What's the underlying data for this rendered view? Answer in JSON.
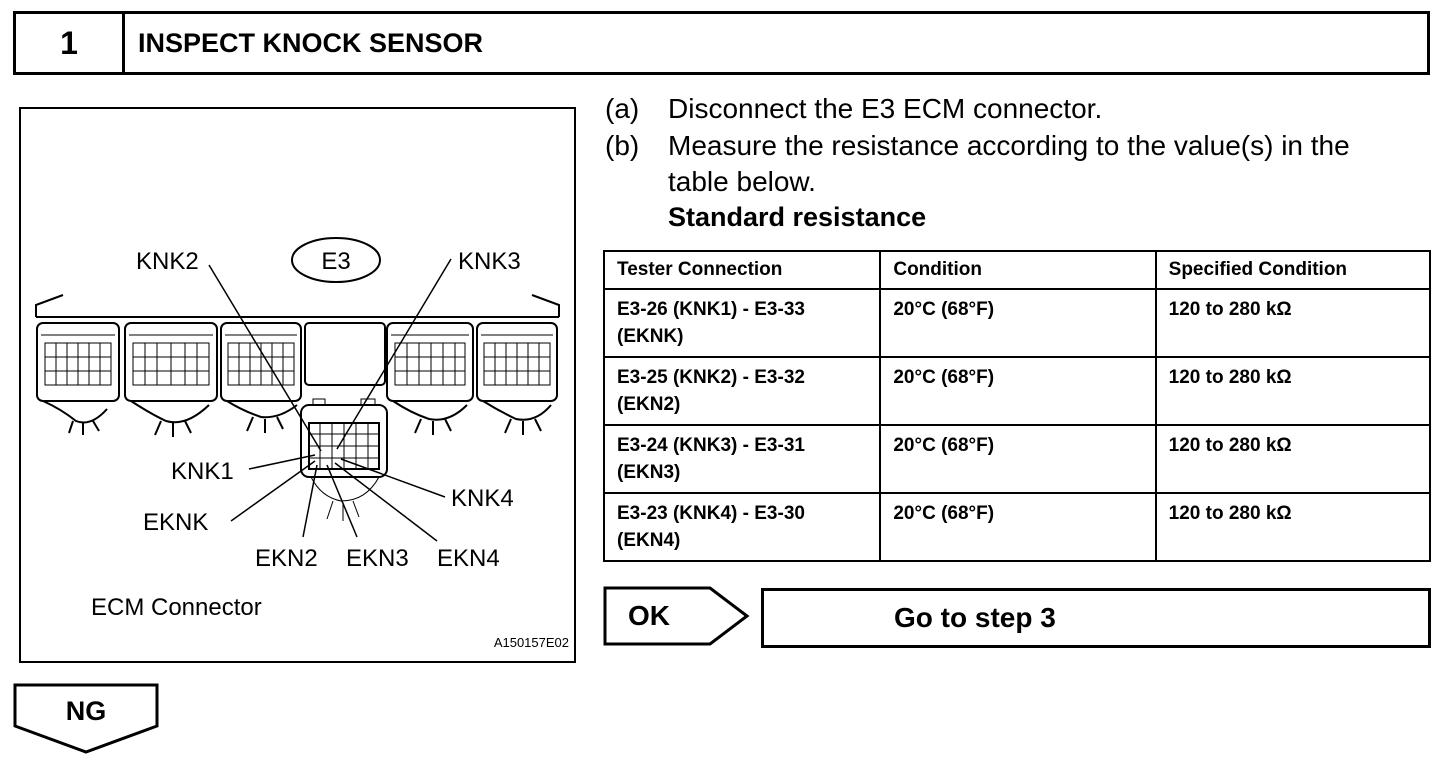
{
  "step": {
    "number": "1",
    "title": "INSPECT KNOCK SENSOR"
  },
  "figure": {
    "connector_id": "E3",
    "pin_labels": [
      "KNK2",
      "KNK3",
      "KNK1",
      "EKNK",
      "KNK4",
      "EKN2",
      "EKN3",
      "EKN4"
    ],
    "caption": "ECM Connector",
    "code": "A150157E02"
  },
  "instructions": [
    {
      "letter": "(a)",
      "lines": [
        "Disconnect the E3 ECM connector."
      ]
    },
    {
      "letter": "(b)",
      "lines": [
        "Measure the resistance according to the value(s) in the",
        "table below."
      ]
    }
  ],
  "standard_label": "Standard resistance",
  "table": {
    "headers": [
      "Tester Connection",
      "Condition",
      "Specified Condition"
    ],
    "rows": [
      {
        "connection": [
          "E3-26 (KNK1) - E3-33",
          "(EKNK)"
        ],
        "condition": "20°C (68°F)",
        "specified": "120 to 280 kΩ"
      },
      {
        "connection": [
          "E3-25 (KNK2) - E3-32",
          "(EKN2)"
        ],
        "condition": "20°C (68°F)",
        "specified": "120 to 280 kΩ"
      },
      {
        "connection": [
          "E3-24 (KNK3) - E3-31",
          "(EKN3)"
        ],
        "condition": "20°C (68°F)",
        "specified": "120 to 280 kΩ"
      },
      {
        "connection": [
          "E3-23 (KNK4) - E3-30",
          "(EKN4)"
        ],
        "condition": "20°C (68°F)",
        "specified": "120 to 280 kΩ"
      }
    ]
  },
  "results": {
    "ok_label": "OK",
    "ok_action": "Go to step 3",
    "ng_label": "NG"
  }
}
